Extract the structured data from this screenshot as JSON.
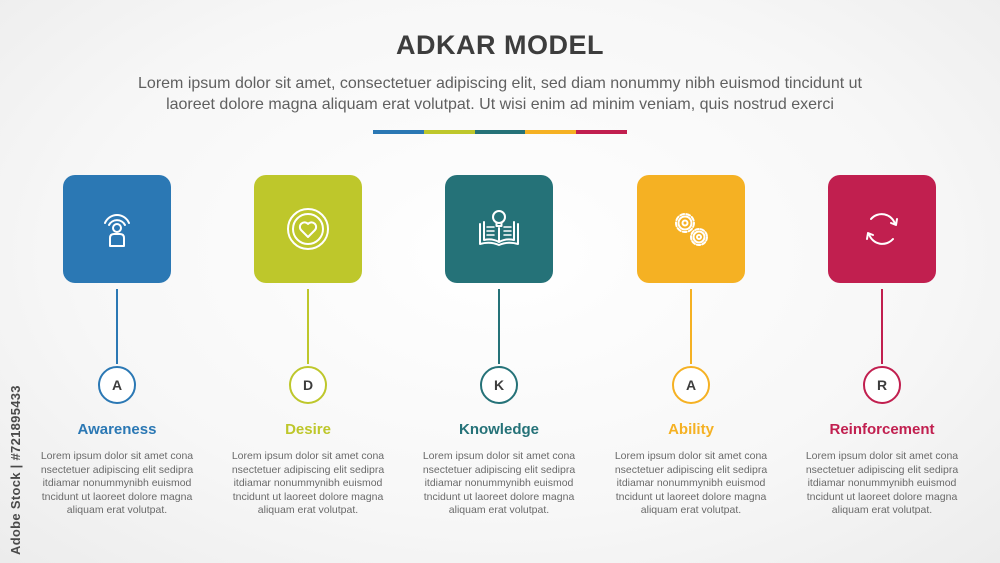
{
  "header": {
    "title": "ADKAR MODEL",
    "subtitle_line1": "Lorem ipsum dolor sit amet, consectetuer adipiscing elit, sed diam nonummy nibh euismod tincidunt ut",
    "subtitle_line2": "laoreet dolore magna aliquam erat volutpat. Ut wisi enim ad minim veniam, quis nostrud exerci"
  },
  "colors": {
    "awareness": "#2b78b4",
    "desire": "#bec72b",
    "knowledge": "#257278",
    "ability": "#f5b123",
    "reinforcement": "#c11f4f"
  },
  "steps": [
    {
      "letter": "A",
      "label": "Awareness",
      "icon": "person-broadcast-icon",
      "desc": [
        "Lorem ipsum dolor sit amet cona",
        "nsectetuer adipiscing elit sedipra",
        "itdiamar nonummynibh euismod",
        "tncidunt ut laoreet dolore magna",
        "aliquam erat volutpat."
      ]
    },
    {
      "letter": "D",
      "label": "Desire",
      "icon": "heart-coin-icon",
      "desc": [
        "Lorem ipsum dolor sit amet cona",
        "nsectetuer adipiscing elit sedipra",
        "itdiamar nonummynibh euismod",
        "tncidunt ut laoreet dolore magna",
        "aliquam erat volutpat."
      ]
    },
    {
      "letter": "K",
      "label": "Knowledge",
      "icon": "open-book-bulb-icon",
      "desc": [
        "Lorem ipsum dolor sit amet cona",
        "nsectetuer adipiscing elit sedipra",
        "itdiamar nonummynibh euismod",
        "tncidunt ut laoreet dolore magna",
        "aliquam erat volutpat."
      ]
    },
    {
      "letter": "A",
      "label": "Ability",
      "icon": "gears-icon",
      "desc": [
        "Lorem ipsum dolor sit amet cona",
        "nsectetuer adipiscing elit sedipra",
        "itdiamar nonummynibh euismod",
        "tncidunt ut laoreet dolore magna",
        "aliquam erat volutpat."
      ]
    },
    {
      "letter": "R",
      "label": "Reinforcement",
      "icon": "refresh-cycle-icon",
      "desc": [
        "Lorem ipsum dolor sit amet cona",
        "nsectetuer adipiscing elit sedipra",
        "itdiamar nonummynibh euismod",
        "tncidunt ut laoreet dolore magna",
        "aliquam erat volutpat."
      ]
    }
  ],
  "watermark": "Adobe Stock | #721895433"
}
